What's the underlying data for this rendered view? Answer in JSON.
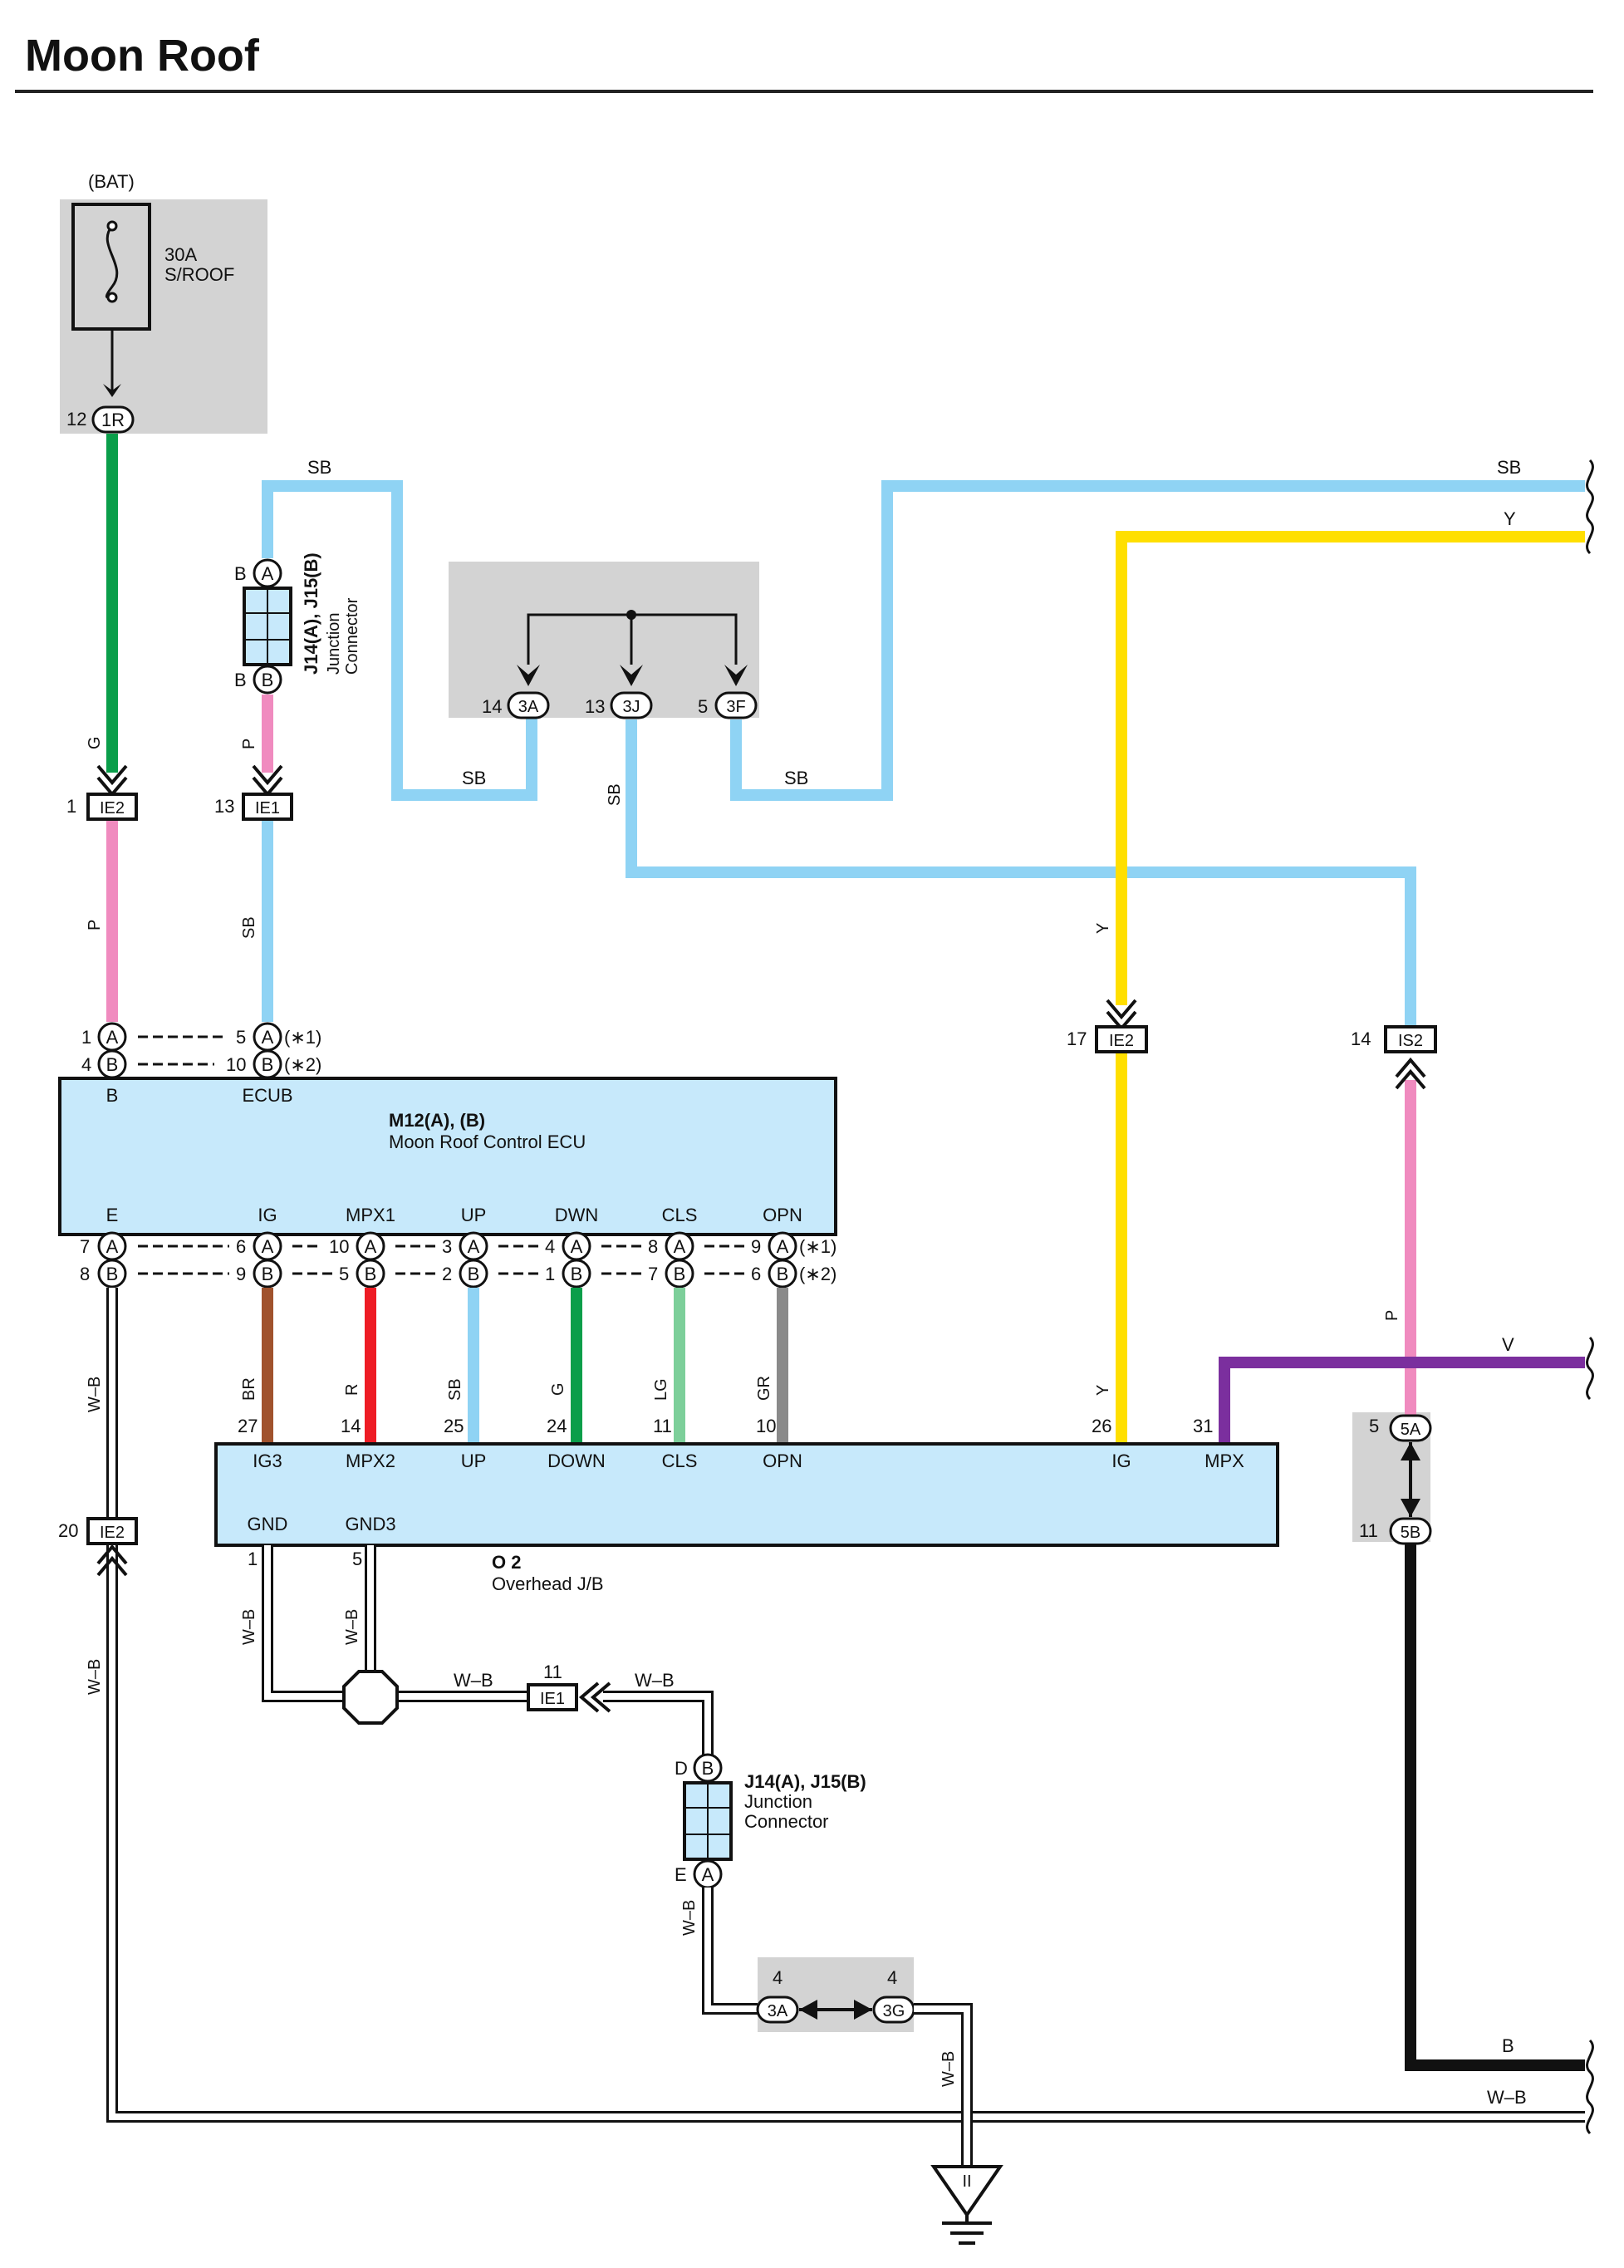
{
  "title": "Moon Roof",
  "colors": {
    "SB": "#8fd3f4",
    "Y": "#ffdf00",
    "G": "#0a9e4a",
    "P": "#f08bbf",
    "BR": "#a0522d",
    "R": "#ee1c25",
    "LG": "#7dcf9a",
    "GR": "#8a8a8a",
    "V": "#7b2f9e",
    "B": "#111111",
    "WB": "#ffffff",
    "box": "#c7e9fb",
    "shade": "#d3d3d3"
  },
  "fuse": {
    "source": "(BAT)",
    "rating": "30A",
    "name": "S/ROOF",
    "pin": "12",
    "conn": "1R"
  },
  "junction_top": {
    "conn_a": "A",
    "conn_b": "B",
    "pin_a": "B",
    "pin_b": "B",
    "name": "J14(A), J15(B)",
    "desc1": "Junction",
    "desc2": "Connector"
  },
  "junction_bottom": {
    "conn_a": "B",
    "conn_b": "A",
    "pin_a": "D",
    "pin_b": "E",
    "name": "J14(A), J15(B)",
    "desc1": "Junction",
    "desc2": "Connector"
  },
  "jb_top": {
    "pins": [
      {
        "num": "14",
        "conn": "3A"
      },
      {
        "num": "13",
        "conn": "3J"
      },
      {
        "num": "5",
        "conn": "3F"
      }
    ]
  },
  "wire_labels": {
    "sb_top_left": "SB",
    "sb_top_right": "SB",
    "y_top_right": "Y",
    "sb_mid_left": "SB",
    "sb_mid_vert": "SB",
    "sb_mid_right": "SB",
    "g_fuse": "G",
    "p_junc": "P",
    "p_left": "P",
    "sb_left": "SB",
    "y_vert": "Y",
    "p_right": "P",
    "wb_left": "W–B",
    "wb_left2": "W–B",
    "v_right": "V",
    "b_right": "B",
    "wb_bottom": "W–B",
    "wb_gnd1": "W–B",
    "wb_gnd2": "W–B",
    "wb_h1": "W–B",
    "wb_h2": "W–B",
    "wb_junc": "W–B",
    "wb_earth": "W–B"
  },
  "inline_connectors": [
    {
      "pin": "1",
      "conn": "IE2"
    },
    {
      "pin": "13",
      "conn": "IE1"
    },
    {
      "pin": "17",
      "conn": "IE2"
    },
    {
      "pin": "14",
      "conn": "IS2"
    },
    {
      "pin": "20",
      "conn": "IE2"
    },
    {
      "pin": "11",
      "conn": "IE1"
    }
  ],
  "ecu": {
    "name": "M12(A), (B)",
    "desc": "Moon Roof Control ECU",
    "top_terminals": [
      {
        "label": "B",
        "pinA": "1",
        "pinB": "4"
      },
      {
        "label": "ECUB",
        "pinA": "5",
        "pinB": "10",
        "noteA": "(∗1)",
        "noteB": "(∗2)"
      }
    ],
    "bottom_terminals": [
      {
        "label": "E",
        "pinA": "7",
        "pinB": "8"
      },
      {
        "label": "IG",
        "pinA": "6",
        "pinB": "9"
      },
      {
        "label": "MPX1",
        "pinA": "10",
        "pinB": "5"
      },
      {
        "label": "UP",
        "pinA": "3",
        "pinB": "2"
      },
      {
        "label": "DWN",
        "pinA": "4",
        "pinB": "1"
      },
      {
        "label": "CLS",
        "pinA": "8",
        "pinB": "7"
      },
      {
        "label": "OPN",
        "pinA": "9",
        "pinB": "6"
      }
    ],
    "notes": {
      "a": "(∗1)",
      "b": "(∗2)"
    }
  },
  "jb": {
    "name": "O 2",
    "desc": "Overhead J/B",
    "terminals": [
      {
        "label": "IG3",
        "pin": "27",
        "color": "BR"
      },
      {
        "label": "MPX2",
        "pin": "14",
        "color": "R"
      },
      {
        "label": "UP",
        "pin": "25",
        "color": "SB"
      },
      {
        "label": "DOWN",
        "pin": "24",
        "color": "G"
      },
      {
        "label": "CLS",
        "pin": "11",
        "color": "LG"
      },
      {
        "label": "OPN",
        "pin": "10",
        "color": "GR"
      },
      {
        "label": "IG",
        "pin": "26",
        "color": "Y"
      },
      {
        "label": "MPX",
        "pin": "31",
        "color": "V"
      }
    ],
    "gnd": [
      {
        "label": "GND",
        "pin": "1"
      },
      {
        "label": "GND3",
        "pin": "5"
      }
    ]
  },
  "right_conn": {
    "pin_a": "5",
    "conn_a": "5A",
    "pin_b": "11",
    "conn_b": "5B"
  },
  "bottom_conn": {
    "pin_a": "4",
    "conn_a": "3A",
    "pin_b": "4",
    "conn_b": "3G"
  },
  "ground": {
    "label": "II"
  },
  "letters": {
    "A": "A",
    "B": "B"
  }
}
